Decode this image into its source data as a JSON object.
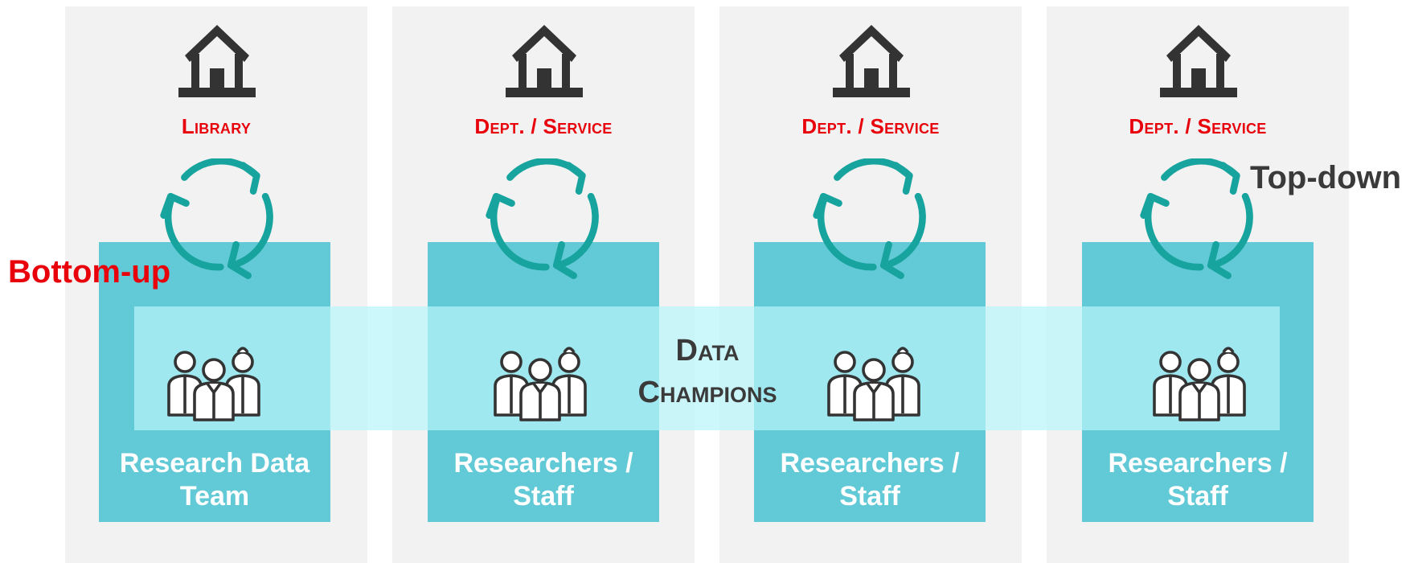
{
  "columns": [
    {
      "heading": "Library",
      "team": "Research Data Team"
    },
    {
      "heading": "Dept. / Service",
      "team": "Researchers / Staff"
    },
    {
      "heading": "Dept. / Service",
      "team": "Researchers / Staff"
    },
    {
      "heading": "Dept. / Service",
      "team": "Researchers / Staff"
    }
  ],
  "band": {
    "line1": "Data",
    "line2": "Champions"
  },
  "labels": {
    "bottom_up": "Bottom-up",
    "top_down": "Top-down"
  },
  "colors": {
    "heading": "#e8000b",
    "box": "#62c9d6",
    "cycle_arrows": "#17a39e",
    "icons": "#333333",
    "panel": "#f2f2f2"
  },
  "icons": {
    "house": "house-icon",
    "cycle": "cycle-arrows-icon",
    "people": "people-group-icon"
  }
}
